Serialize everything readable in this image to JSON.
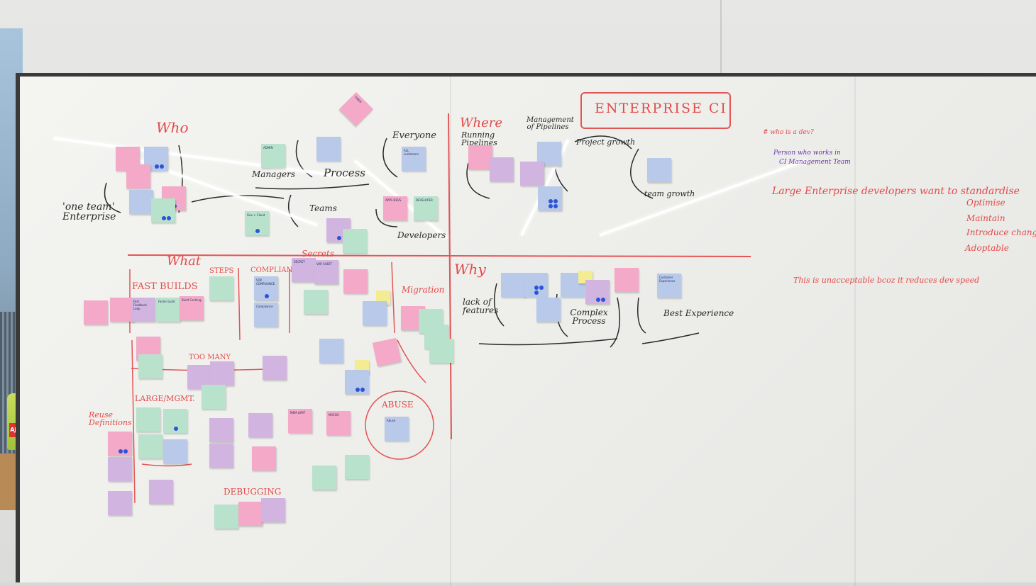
{
  "board": {
    "headers": {
      "who": "Who",
      "where": "Where",
      "what": "What",
      "why": "Why",
      "enterprise": "ENTERPRISE CI",
      "secrets": "Secrets",
      "migration": "Migration",
      "fast_builds": "FAST BUILDS",
      "steps": "STEPS",
      "compliance": "COMPLIANCE",
      "too_many": "TOO MANY",
      "large_mgmt": "LARGE/MGMT.",
      "reuse_definitions": "Reuse Definitions",
      "abuse": "ABUSE",
      "debugging": "DEBUGGING"
    },
    "handwriting": {
      "one_team_enterprise": "'one team' Enterprise",
      "managers": "Managers",
      "process": "Process",
      "everyone": "Everyone",
      "teams": "Teams",
      "developers": "Developers",
      "running_pipelines": "Running Pipelines",
      "management_of_pipelines": "Management of Pipelines",
      "project_growth": "Project growth",
      "team_growth": "team growth",
      "lack_of_features": "lack of features",
      "complex_process": "Complex Process",
      "best_experience": "Best Experience"
    },
    "right_notes": {
      "who_is_dev": "# who is a dev?",
      "person_works": "Person who works in",
      "ci_management_team": "CI Management Team",
      "large_enterprise": "Large Enterprise developers want to standardise",
      "optimise": "Optimise",
      "maintain": "Maintain",
      "introduce_change": "Introduce change",
      "adoptable": "Adoptable",
      "unacceptable": "This is unacceptable bcoz it reduces dev speed"
    },
    "sticky_notes": [
      {
        "text": "TIMER"
      },
      {
        "text": "ADMIN"
      },
      {
        "text": "ALL customers"
      },
      {
        "text": "APPS DEVS"
      },
      {
        "text": "DEVELOPER"
      },
      {
        "text": "Gov + Cloud"
      },
      {
        "text": "MEM LIMIT"
      },
      {
        "text": "MACOS"
      },
      {
        "text": "SOX COMPLIANCE"
      },
      {
        "text": "Compliance"
      },
      {
        "text": "SECRET"
      },
      {
        "text": "VAR AUDIT"
      },
      {
        "text": "Fast Feedback Loop"
      },
      {
        "text": "Build Caching"
      },
      {
        "text": "Faster build"
      },
      {
        "text": "Abuse"
      },
      {
        "text": "Customer Experience"
      }
    ]
  }
}
